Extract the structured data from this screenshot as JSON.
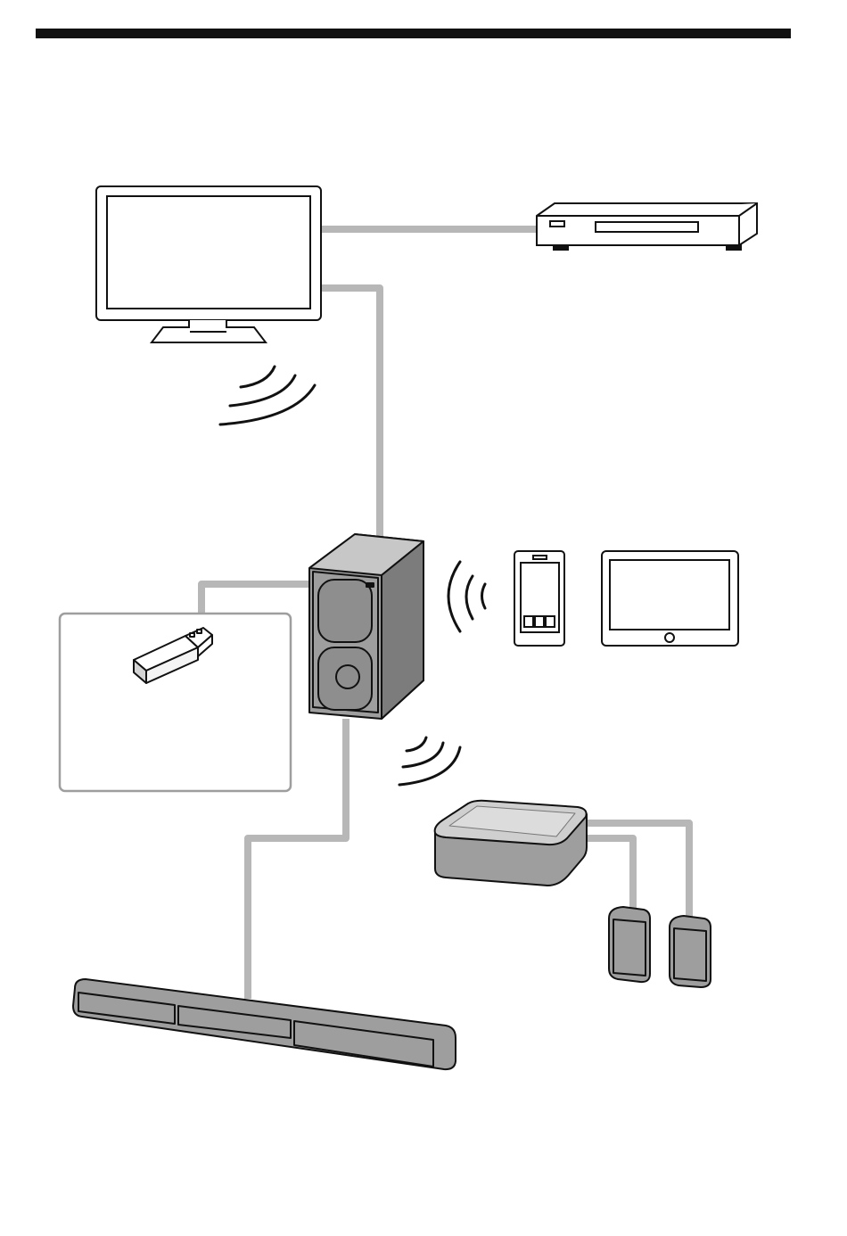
{
  "diagram": {
    "devices": [
      {
        "name": "tv-icon"
      },
      {
        "name": "player-icon"
      },
      {
        "name": "subwoofer-icon"
      },
      {
        "name": "usb-drive-icon"
      },
      {
        "name": "smartphone-icon"
      },
      {
        "name": "tablet-icon"
      },
      {
        "name": "wireless-hub-icon"
      },
      {
        "name": "rear-speaker-icon"
      },
      {
        "name": "soundbar-icon"
      }
    ],
    "links": [
      {
        "from": "tv-icon",
        "to": "player-icon",
        "kind": "cable"
      },
      {
        "from": "tv-icon",
        "to": "subwoofer-icon",
        "kind": "cable"
      },
      {
        "from": "subwoofer-icon",
        "to": "usb-drive-icon",
        "kind": "cable"
      },
      {
        "from": "subwoofer-icon",
        "to": "soundbar-icon",
        "kind": "cable"
      },
      {
        "from": "wireless-hub-icon",
        "to": "rear-speaker-icon",
        "kind": "cable"
      },
      {
        "from": "tv-icon",
        "to": "subwoofer-icon",
        "kind": "wireless"
      },
      {
        "from": "subwoofer-icon",
        "to": "smartphone-icon",
        "kind": "wireless"
      },
      {
        "from": "subwoofer-icon",
        "to": "wireless-hub-icon",
        "kind": "wireless"
      }
    ]
  },
  "colors": {
    "line": "#111111",
    "cable": "#b7b7b7",
    "device_fill": "#9e9e9e",
    "device_dark": "#7c7c7c",
    "background": "#ffffff"
  }
}
